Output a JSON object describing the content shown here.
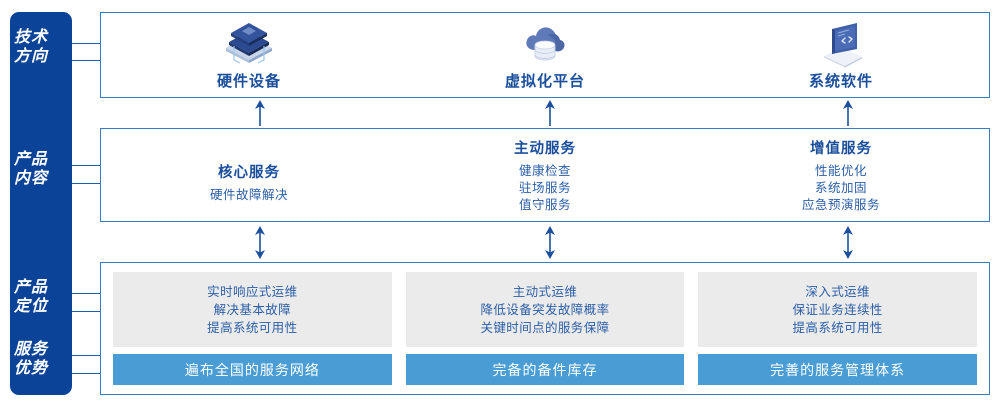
{
  "sidebar": {
    "items": [
      {
        "name": "tech-direction",
        "line1": "技术",
        "line2": "方向"
      },
      {
        "name": "product-content",
        "line1": "产品",
        "line2": "内容"
      },
      {
        "name": "product-positioning",
        "line1": "产品",
        "line2": "定位"
      },
      {
        "name": "service-advantage",
        "line1": "服务",
        "line2": "优势"
      }
    ],
    "color": "#0b4398"
  },
  "tech_section": {
    "columns": [
      {
        "icon": "server-stack-icon",
        "label": "硬件设备"
      },
      {
        "icon": "cloud-database-icon",
        "label": "虚拟化平台"
      },
      {
        "icon": "laptop-code-icon",
        "label": "系统软件"
      }
    ]
  },
  "product_section": {
    "columns": [
      {
        "title": "核心服务",
        "items": [
          "硬件故障解决"
        ]
      },
      {
        "title": "主动服务",
        "items": [
          "健康检查",
          "驻场服务",
          "值守服务"
        ]
      },
      {
        "title": "增值服务",
        "items": [
          "性能优化",
          "系统加固",
          "应急预演服务"
        ]
      }
    ]
  },
  "positioning_section": {
    "columns": [
      {
        "lines": [
          "实时响应式运维",
          "解决基本故障",
          "提高系统可用性"
        ],
        "advantage": "遍布全国的服务网络"
      },
      {
        "lines": [
          "主动式运维",
          "降低设备突发故障概率",
          "关键时间点的服务保障"
        ],
        "advantage": "完备的备件库存"
      },
      {
        "lines": [
          "深入式运维",
          "保证业务连续性",
          "提高系统可用性"
        ],
        "advantage": "完善的服务管理体系"
      }
    ]
  },
  "colors": {
    "sidebar_blue": "#0b4398",
    "panel_border": "#3b7ac4",
    "title_blue": "#1b4f9c",
    "text_blue": "#2b5ea8",
    "advantage_bar": "#4a9dd4",
    "gray_box": "#ebebeb",
    "arrow": "#1b4f9c"
  }
}
